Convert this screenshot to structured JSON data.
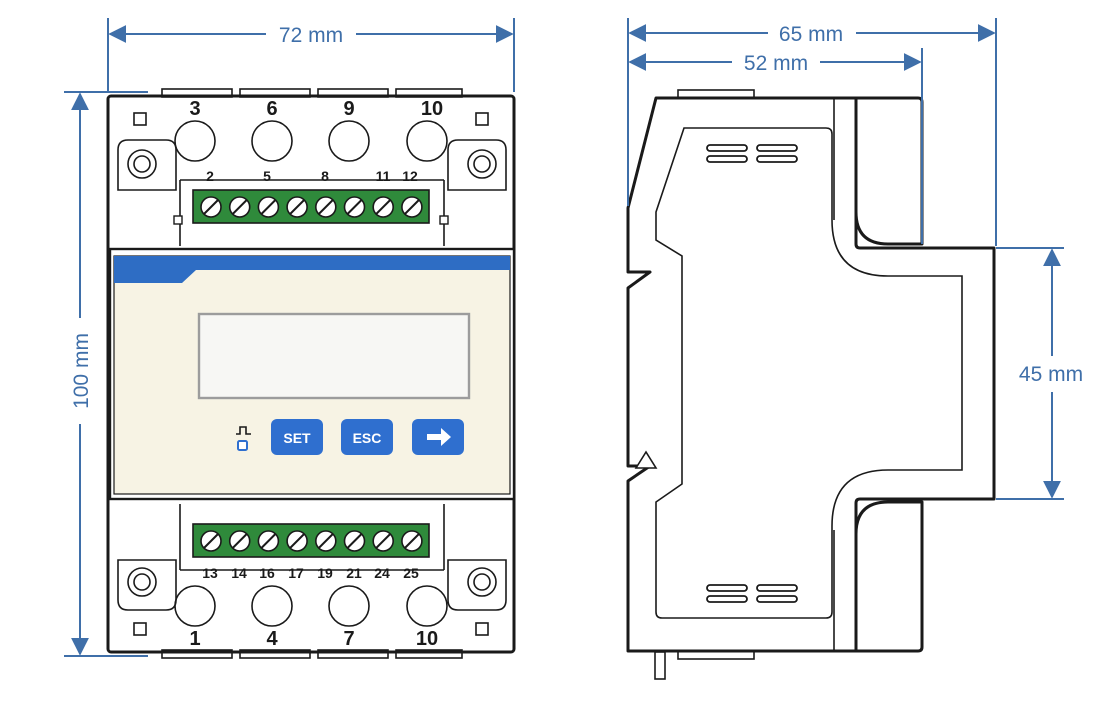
{
  "colors": {
    "dimension": "#3f6fa9",
    "accent_bar": "#2e6dc4",
    "button": "#2f6fcf",
    "panel": "#f7f3e4",
    "terminal_block": "#2f8a3b",
    "outline": "#1a1a1a"
  },
  "dimensions": {
    "front_width": "72 mm",
    "front_height": "100 mm",
    "side_depth": "65 mm",
    "side_depth_inner": "52 mm",
    "rail_height": "45 mm"
  },
  "top_terminals": {
    "large": [
      "3",
      "6",
      "9",
      "10"
    ],
    "small": [
      "2",
      "5",
      "8",
      "11",
      "12"
    ]
  },
  "bottom_terminals": {
    "small": [
      "13",
      "14",
      "16",
      "17",
      "19",
      "21",
      "24",
      "25"
    ],
    "large": [
      "1",
      "4",
      "7",
      "10"
    ]
  },
  "buttons": {
    "set_label": "SET",
    "esc_label": "ESC",
    "next_icon": "right-arrow-icon"
  },
  "indicator": {
    "icon": "pulse-led-icon"
  }
}
